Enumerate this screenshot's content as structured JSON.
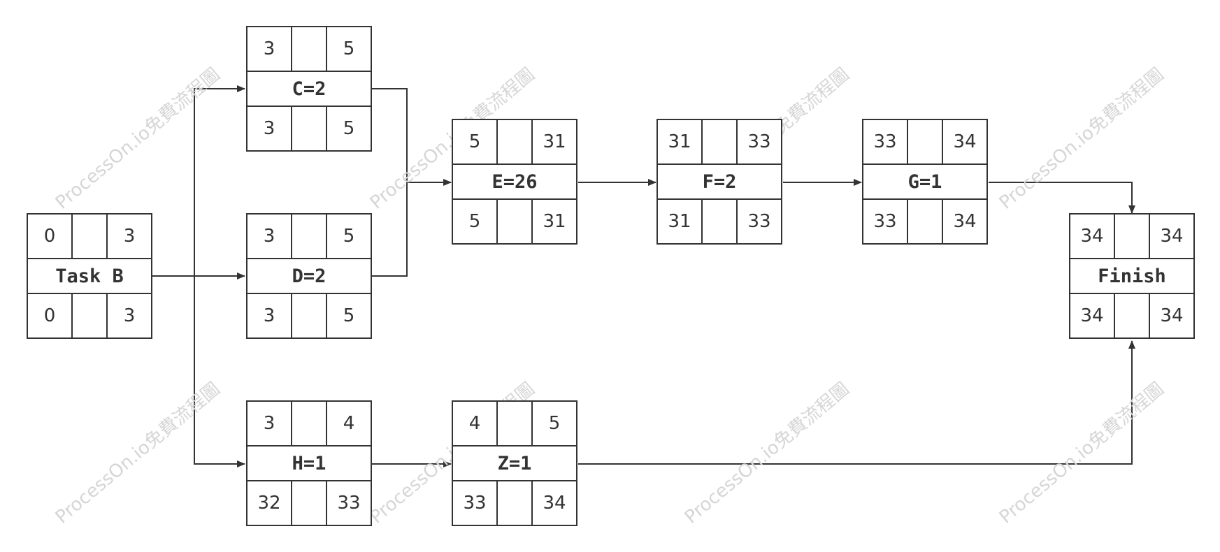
{
  "diagram": {
    "nodes": [
      {
        "id": "task-b",
        "label": "Task B",
        "es": "0",
        "ef": "3",
        "ls": "0",
        "lf": "3"
      },
      {
        "id": "c",
        "label": "C=2",
        "es": "3",
        "ef": "5",
        "ls": "3",
        "lf": "5"
      },
      {
        "id": "d",
        "label": "D=2",
        "es": "3",
        "ef": "5",
        "ls": "3",
        "lf": "5"
      },
      {
        "id": "h",
        "label": "H=1",
        "es": "3",
        "ef": "4",
        "ls": "32",
        "lf": "33"
      },
      {
        "id": "e",
        "label": "E=26",
        "es": "5",
        "ef": "31",
        "ls": "5",
        "lf": "31"
      },
      {
        "id": "z",
        "label": "Z=1",
        "es": "4",
        "ef": "5",
        "ls": "33",
        "lf": "34"
      },
      {
        "id": "f",
        "label": "F=2",
        "es": "31",
        "ef": "33",
        "ls": "31",
        "lf": "33"
      },
      {
        "id": "g",
        "label": "G=1",
        "es": "33",
        "ef": "34",
        "ls": "33",
        "lf": "34"
      },
      {
        "id": "finish",
        "label": "Finish",
        "es": "34",
        "ef": "34",
        "ls": "34",
        "lf": "34"
      }
    ],
    "edges": [
      {
        "from": "task-b",
        "to": "c"
      },
      {
        "from": "task-b",
        "to": "d"
      },
      {
        "from": "task-b",
        "to": "h"
      },
      {
        "from": "c",
        "to": "e"
      },
      {
        "from": "d",
        "to": "e"
      },
      {
        "from": "e",
        "to": "f"
      },
      {
        "from": "f",
        "to": "g"
      },
      {
        "from": "g",
        "to": "finish"
      },
      {
        "from": "h",
        "to": "z"
      },
      {
        "from": "z",
        "to": "finish"
      }
    ],
    "watermark": "ProcessOn.io免費流程圖"
  }
}
